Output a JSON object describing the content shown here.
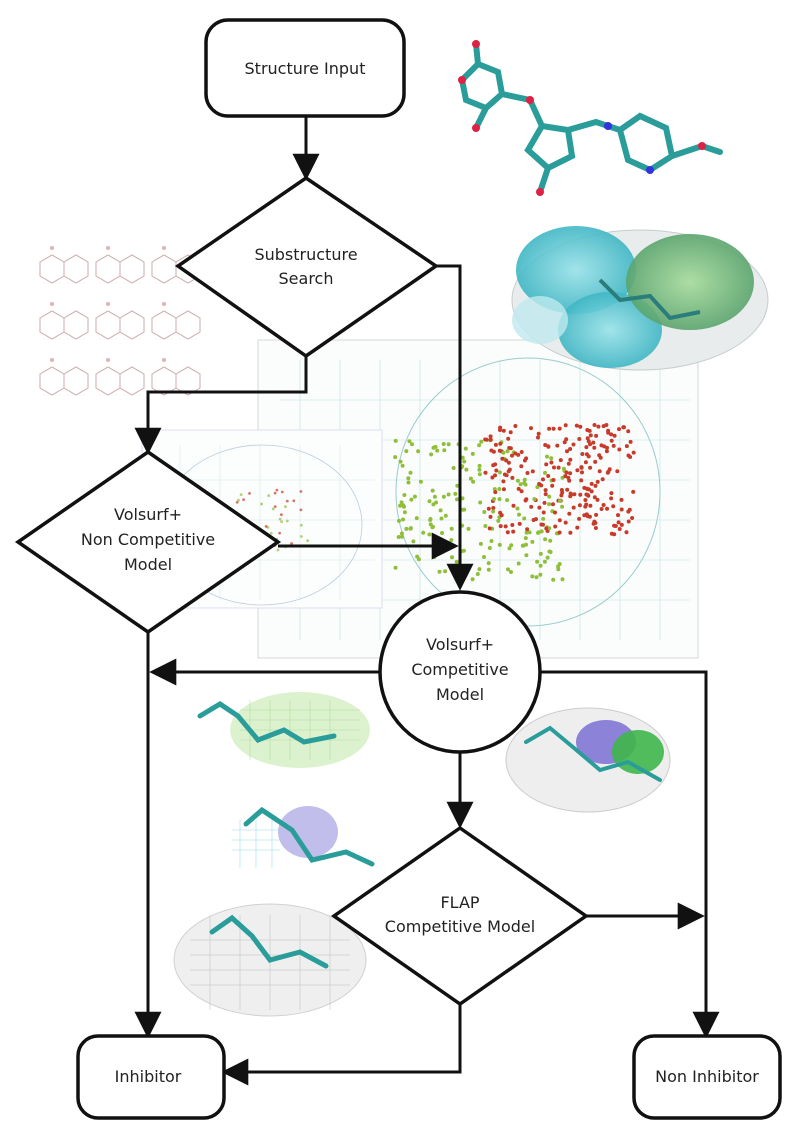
{
  "nodes": {
    "structure_input": "Structure Input",
    "substructure_search": [
      "Substructure",
      "Search"
    ],
    "volsurf_noncompetitive": [
      "Volsurf+",
      "Non Competitive",
      "Model"
    ],
    "volsurf_competitive": [
      "Volsurf+",
      "Competitive",
      "Model"
    ],
    "flap_competitive": [
      "FLAP",
      "Competitive Model"
    ],
    "inhibitor": "Inhibitor",
    "non_inhibitor": "Non Inhibitor"
  },
  "colors": {
    "line": "#111111",
    "teal": "#2a9d9a",
    "green_surface": "#8fd08a",
    "purple_surface": "#8f88d8",
    "red_points": "#c83a2a",
    "green_points": "#8fbf3a",
    "grid": "#7fc6c2"
  }
}
